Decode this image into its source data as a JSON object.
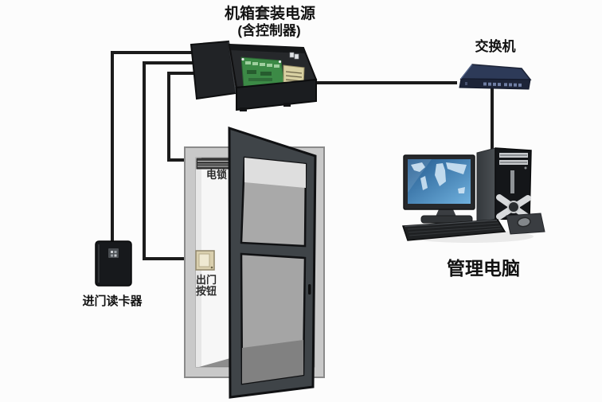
{
  "diagram": {
    "type": "access-control-system-wiring-diagram",
    "labels": {
      "controller_line1": "机箱套装电源",
      "controller_line2": "(含控制器)",
      "switch": "交换机",
      "computer": "管理电脑",
      "card_reader": "进门读卡器",
      "electric_lock": "电锁",
      "exit_button_line1": "出门",
      "exit_button_line2": "按钮"
    },
    "connections": [
      {
        "from": "controller-power-box",
        "to": "entry-card-reader"
      },
      {
        "from": "controller-power-box",
        "to": "exit-button"
      },
      {
        "from": "controller-power-box",
        "to": "electric-lock"
      },
      {
        "from": "controller-power-box",
        "to": "network-switch"
      },
      {
        "from": "network-switch",
        "to": "management-computer"
      }
    ],
    "colors": {
      "background": "#fcfcfc",
      "wire": "#1b1b1b",
      "label_text": "#121212",
      "door_frame": "#c9c9c9",
      "doorway": "#f7f7f7",
      "door_leaf": "#3f4448",
      "glass": "#a9a9a9",
      "glass_light": "#dedede",
      "switch_navy": "#2d3a58",
      "switch_front": "#1d2438",
      "screen_blue": "#2a679f",
      "pcb_green": "#3c8a46",
      "psu_beige": "#d8d0a2",
      "exit_button_beige": "#d9cfae",
      "lock_strip": "#3b3b3b",
      "reader_black": "#17191c"
    }
  }
}
